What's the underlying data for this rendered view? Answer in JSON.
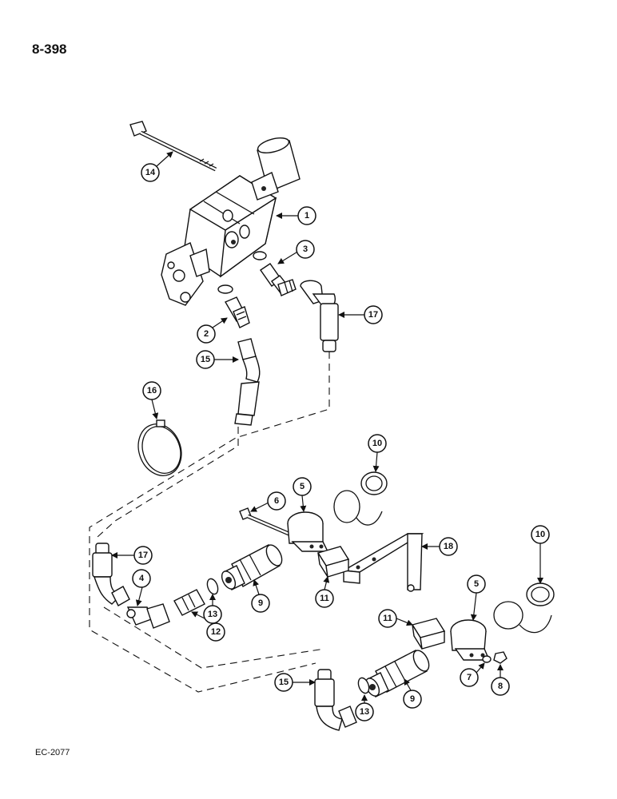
{
  "page": {
    "number": "8-398",
    "figure_code": "EC-2077"
  },
  "callouts": [
    {
      "id": "c14",
      "label": "14"
    },
    {
      "id": "c1",
      "label": "1"
    },
    {
      "id": "c3",
      "label": "3"
    },
    {
      "id": "c17a",
      "label": "17"
    },
    {
      "id": "c2",
      "label": "2"
    },
    {
      "id": "c15a",
      "label": "15"
    },
    {
      "id": "c16",
      "label": "16"
    },
    {
      "id": "c10a",
      "label": "10"
    },
    {
      "id": "c6",
      "label": "6"
    },
    {
      "id": "c5a",
      "label": "5"
    },
    {
      "id": "c17b",
      "label": "17"
    },
    {
      "id": "c4",
      "label": "4"
    },
    {
      "id": "c9a",
      "label": "9"
    },
    {
      "id": "c13a",
      "label": "13"
    },
    {
      "id": "c12",
      "label": "12"
    },
    {
      "id": "c11a",
      "label": "11"
    },
    {
      "id": "c18",
      "label": "18"
    },
    {
      "id": "c10b",
      "label": "10"
    },
    {
      "id": "c5b",
      "label": "5"
    },
    {
      "id": "c11b",
      "label": "11"
    },
    {
      "id": "c7",
      "label": "7"
    },
    {
      "id": "c8",
      "label": "8"
    },
    {
      "id": "c15b",
      "label": "15"
    },
    {
      "id": "c13b",
      "label": "13"
    },
    {
      "id": "c9b",
      "label": "9"
    }
  ]
}
